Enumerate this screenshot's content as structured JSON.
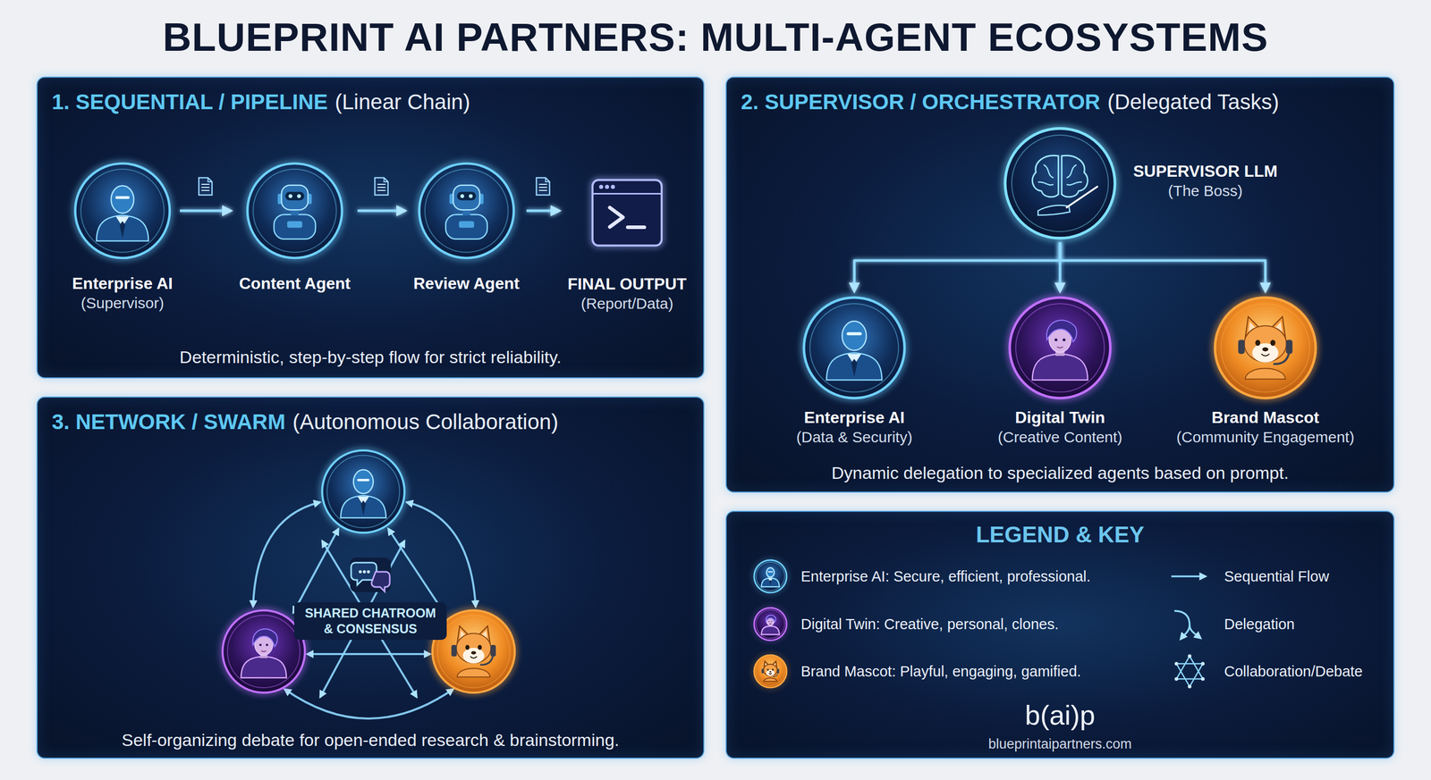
{
  "diagram": {
    "title": "BLUEPRINT AI PARTNERS: MULTI-AGENT ECOSYSTEMS",
    "nodes": [
      {
        "text": [
          "1. SEQUENTIAL / PIPELINE",
          "(Linear Chain)",
          "Deterministic, step-by-step flow for strict reliability."
        ]
      },
      {
        "text": [
          "Enterprise AI",
          "(Supervisor)"
        ],
        "in": 0
      },
      {
        "text": [
          "Content Agent"
        ],
        "in": 0
      },
      {
        "text": [
          "Review Agent"
        ],
        "in": 0
      },
      {
        "text": [
          "FINAL OUTPUT",
          "(Report/Data)"
        ],
        "in": 0
      },
      {
        "text": [
          "2. SUPERVISOR / ORCHESTRATOR",
          "(Delegated Tasks)",
          "Dynamic delegation to specialized agents based on prompt."
        ]
      },
      {
        "text": [
          "SUPERVISOR LLM",
          "(The Boss)"
        ],
        "in": 5
      },
      {
        "text": [
          "Enterprise AI",
          "(Data & Security)"
        ],
        "in": 5
      },
      {
        "text": [
          "Digital Twin",
          "(Creative Content)"
        ],
        "in": 5
      },
      {
        "text": [
          "Brand Mascot",
          "(Community Engagement)"
        ],
        "in": 5
      },
      {
        "text": [
          "3. NETWORK / SWARM",
          "(Autonomous Collaboration)",
          "Self-organizing debate for open-ended research & brainstorming."
        ]
      },
      {
        "text": [
          "SHARED CHATROOM & CONSENSUS"
        ],
        "in": 10
      },
      {
        "text": [
          "LEGEND & KEY"
        ]
      }
    ],
    "edges": [
      {
        "from": 1,
        "to": 2,
        "arrow": "to"
      },
      {
        "from": 2,
        "to": 3,
        "arrow": "to"
      },
      {
        "from": 3,
        "to": 4,
        "arrow": "to"
      },
      {
        "from": 6,
        "to": 7,
        "arrow": "to"
      },
      {
        "from": 6,
        "to": 8,
        "arrow": "to"
      },
      {
        "from": 6,
        "to": 9,
        "arrow": "to"
      }
    ],
    "labels": [
      "b(ai)p",
      "blueprintaipartners.com"
    ],
    "legend": [
      {
        "text": "Enterprise AI: Secure, efficient, professional."
      },
      {
        "text": "Digital Twin: Creative, personal, clones."
      },
      {
        "text": "Brand Mascot: Playful, engaging, gamified."
      },
      {
        "text": "Sequential Flow"
      },
      {
        "text": "Delegation"
      },
      {
        "text": "Collaboration/Debate"
      }
    ]
  }
}
